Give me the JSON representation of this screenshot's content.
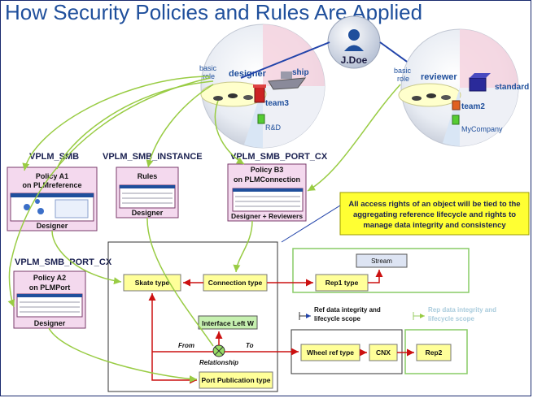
{
  "title": "How Security Policies and Rules Are Applied",
  "user": {
    "name": "J.Doe"
  },
  "left_context": {
    "basic_role": [
      "basic",
      "role"
    ],
    "role": "designer",
    "product": "ship",
    "team": "team3",
    "org": "R&D"
  },
  "right_context": {
    "basic_role": [
      "basic",
      "role"
    ],
    "role": "reviewer",
    "product": "standard",
    "team": "team2",
    "org": "MyCompany"
  },
  "policies": {
    "smb": {
      "header": "VPLM_SMB",
      "line1": "Policy A1",
      "line2": "on PLMreference",
      "footer": "Designer"
    },
    "instance": {
      "header": "VPLM_SMB_INSTANCE",
      "line1": "Rules",
      "footer": "Designer"
    },
    "port_cx_top": {
      "header": "VPLM_SMB_PORT_CX",
      "line1": "Policy B3",
      "line2": "on PLMConnection",
      "footer": "Designer + Reviewers"
    },
    "port_cx_left": {
      "header": "VPLM_SMB_PORT_CX",
      "line1": "Policy A2",
      "line2": "on PLMPort",
      "footer": "Designer"
    }
  },
  "note": {
    "line1": "All access rights of an object will be tied to the",
    "line2": "aggregating reference lifecycle and rights to",
    "line3": "manage data integrity and consistency"
  },
  "types": {
    "skate": "Skate type",
    "connection": "Connection type",
    "rep1": "Rep1 type",
    "stream": "Stream",
    "interface": "Interface Left W",
    "port_pub": "Port Publication type",
    "wheel": "Wheel ref type",
    "cnx": "CNX",
    "rep2": "Rep2"
  },
  "relationship": {
    "label": "Relationship",
    "from": "From",
    "to": "To"
  },
  "scopes": {
    "ref": [
      "Ref data integrity and",
      "lifecycle scope"
    ],
    "rep": [
      "Rep data integrity and",
      "lifecycle scope"
    ]
  },
  "colors": {
    "title": "#1f4f9c",
    "policy_fill": "#f4d9ee",
    "policy_border": "#7a3b6b",
    "type_fill": "#ffff99",
    "green_box": "#d6f5c6",
    "note_fill": "#ffff33",
    "arrow_red": "#cc1111",
    "arrow_green": "#99cc44",
    "arrow_blue": "#2244aa"
  }
}
